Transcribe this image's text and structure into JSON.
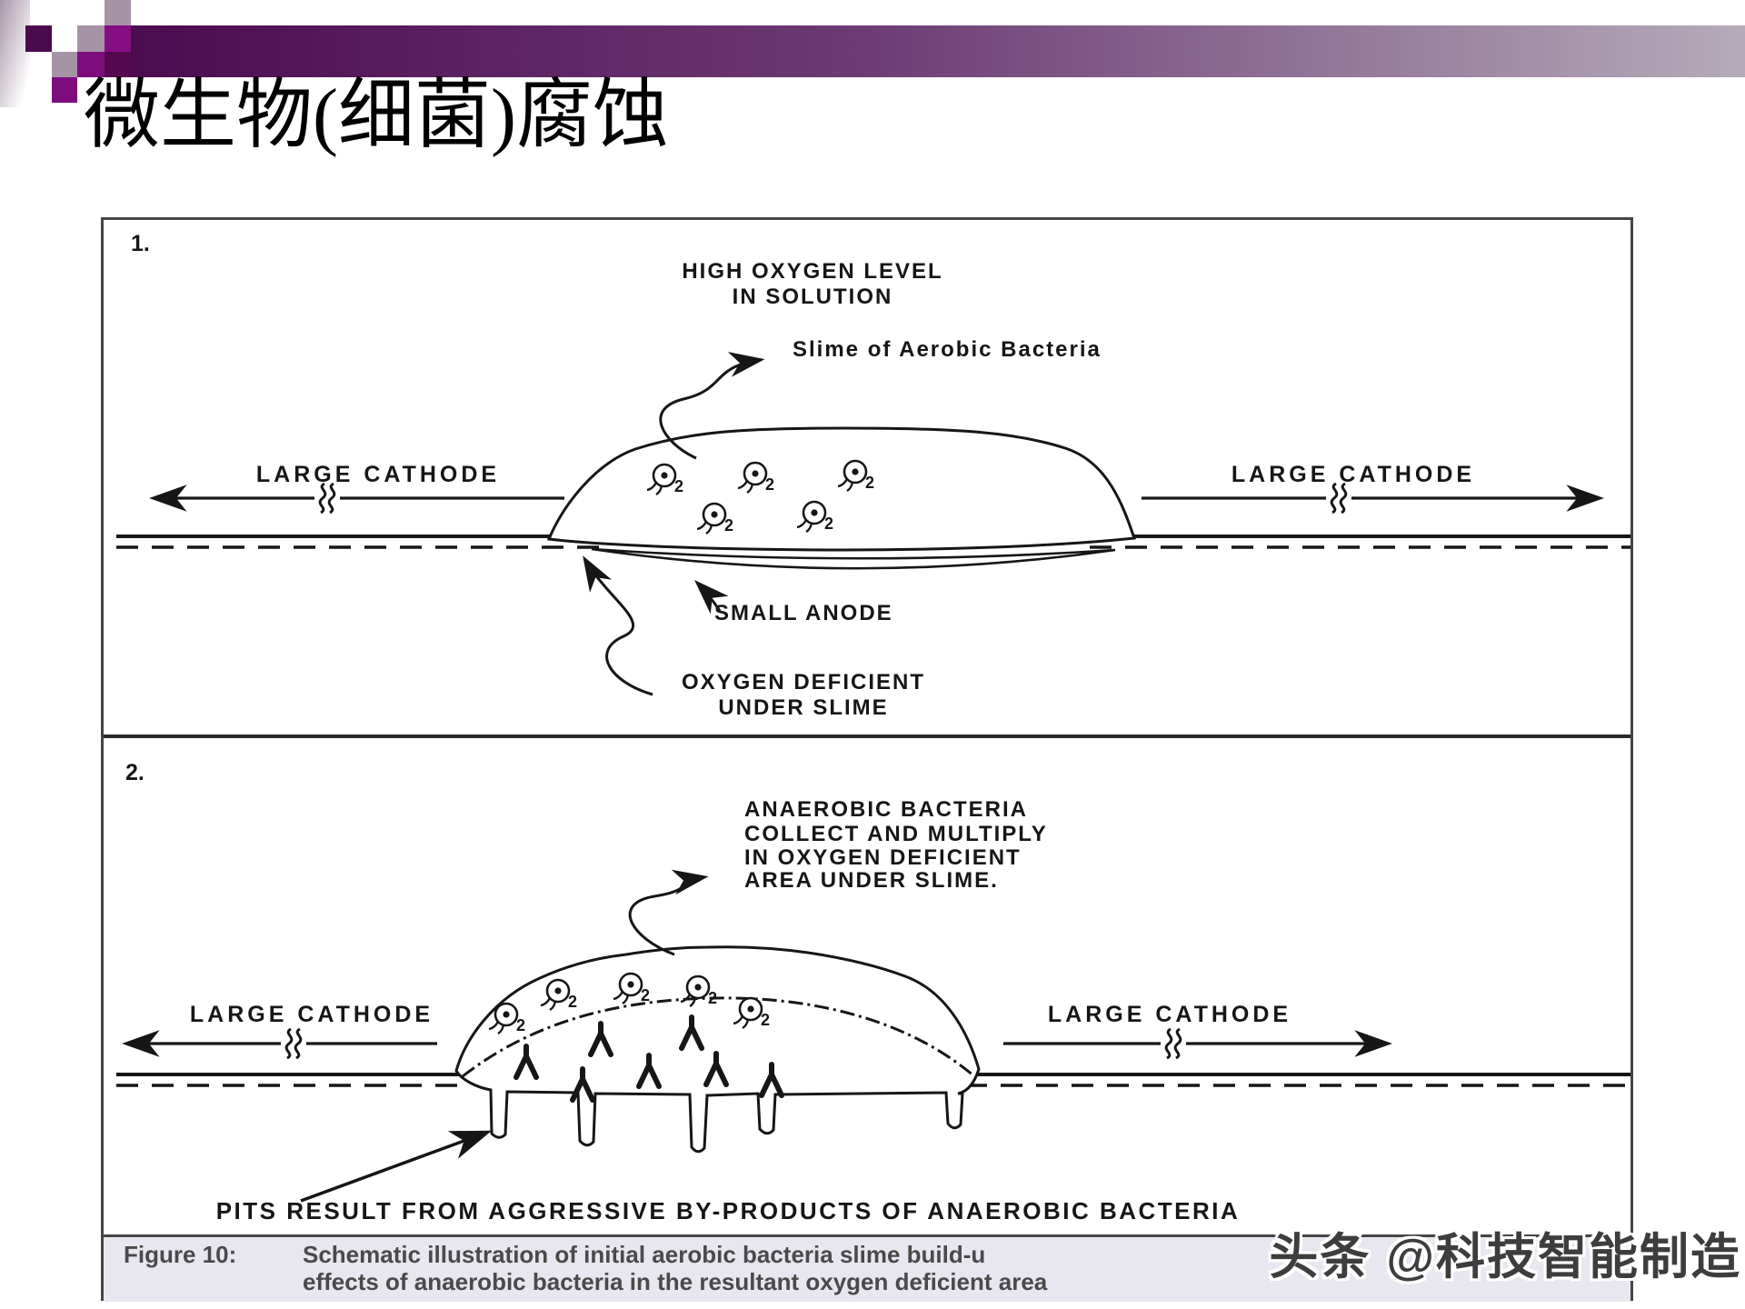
{
  "slide": {
    "title": "微生物(细菌)腐蚀"
  },
  "figure": {
    "o2_sub": "2",
    "panel1": {
      "number": "1.",
      "high_oxygen": [
        "HIGH OXYGEN LEVEL",
        "IN SOLUTION"
      ],
      "slime_label": "Slime of Aerobic Bacteria",
      "cathode_left": "LARGE CATHODE",
      "cathode_right": "LARGE CATHODE",
      "small_anode": "SMALL ANODE",
      "oxygen_deficient": [
        "OXYGEN DEFICIENT",
        "UNDER SLIME"
      ]
    },
    "panel2": {
      "number": "2.",
      "anaerobic": [
        "ANAEROBIC BACTERIA",
        "COLLECT AND MULTIPLY",
        "IN OXYGEN DEFICIENT",
        "AREA UNDER SLIME."
      ],
      "cathode_left": "LARGE CATHODE",
      "cathode_right": "LARGE CATHODE",
      "pits_label": "PITS RESULT FROM AGGRESSIVE BY-PRODUCTS OF ANAEROBIC BACTERIA"
    },
    "caption": {
      "label": "Figure 10:",
      "line1": "Schematic illustration of initial aerobic bacteria slime build-u",
      "line2": "effects of anaerobic bacteria in the resultant oxygen deficient area"
    }
  },
  "watermark": {
    "text": "头条 @科技智能制造"
  },
  "colors": {
    "header_dark_purple": "#4d0b50",
    "header_light_purple": "#b5abb9",
    "accent_purple": "#7d0d7d",
    "accent_bright_purple": "#850e85",
    "accent_dark_purple": "#4a0a4b",
    "accent_mauve": "#a593a6",
    "caption_background": "#e8e6ef",
    "ink": "#161616"
  }
}
